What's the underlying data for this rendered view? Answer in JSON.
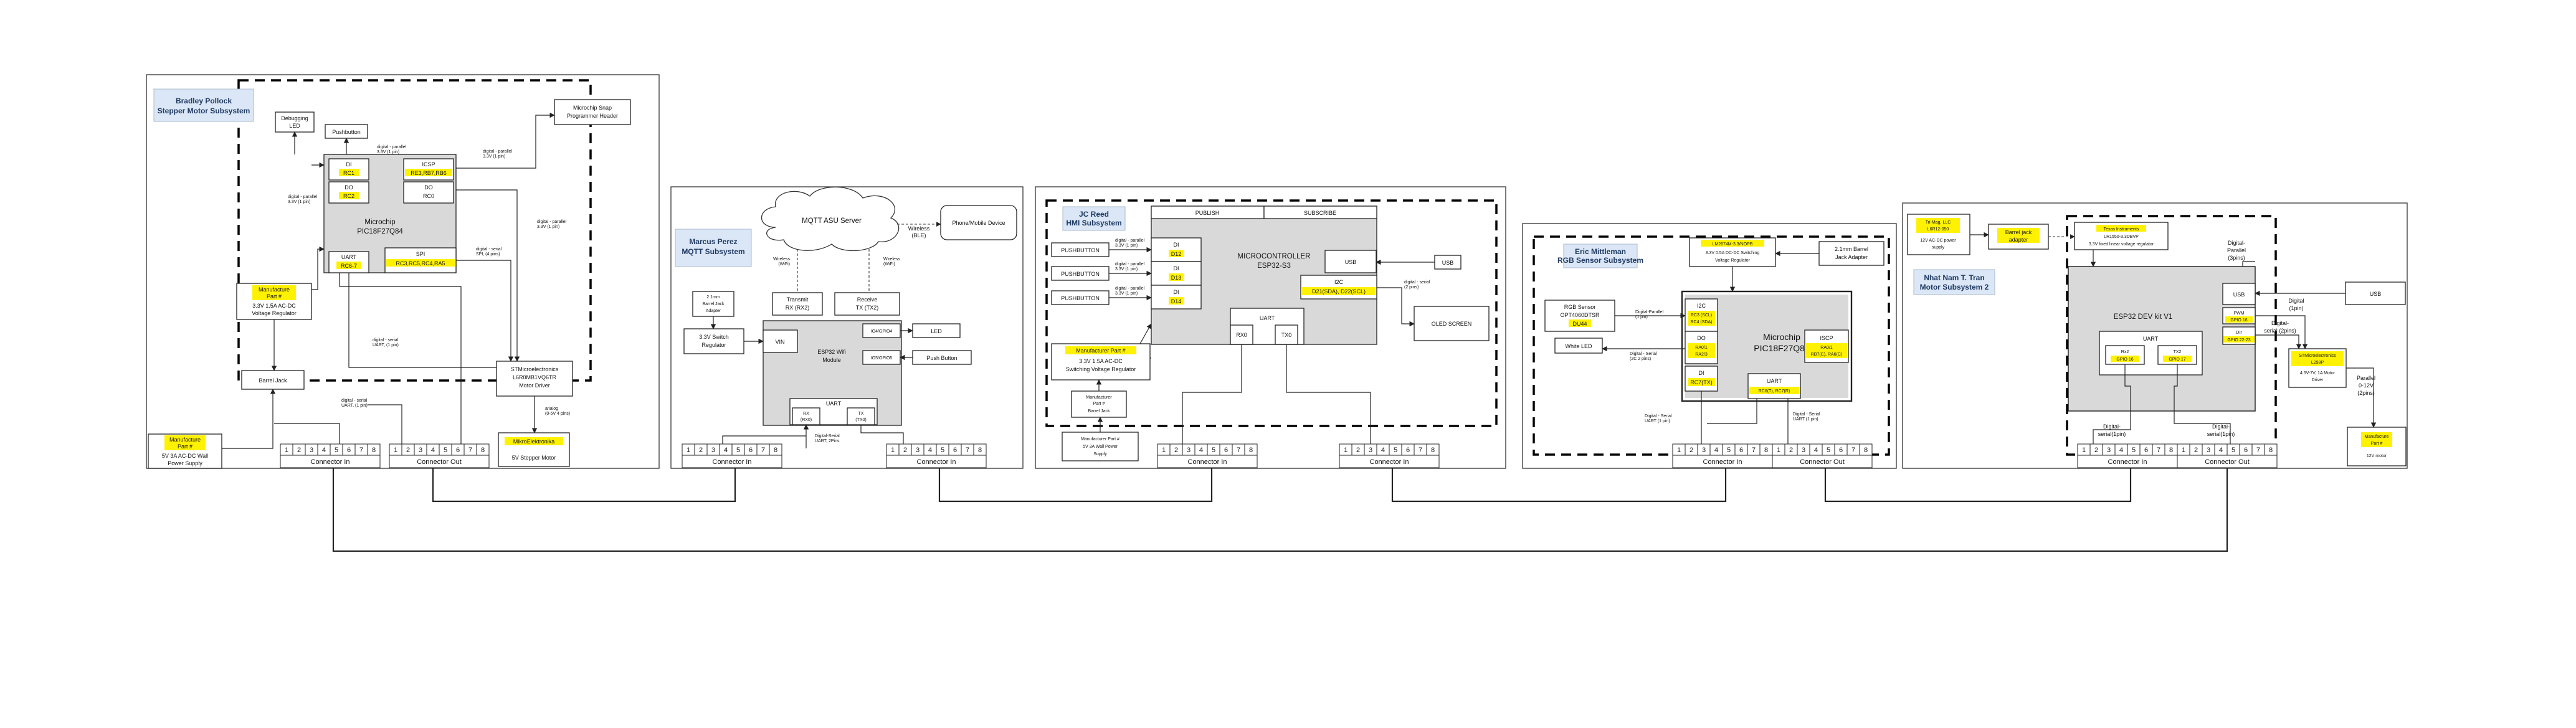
{
  "subsystems": [
    {
      "owner": "Bradley Pollock",
      "title": "Stepper Motor Subsystem",
      "mcu_name": "Microchip",
      "mcu_part": "PIC18F27Q84",
      "blocks": {
        "debug_led": [
          "Debugging",
          "LED"
        ],
        "pushbutton": "Pushbutton",
        "di": "DI",
        "di_pin": "RC1",
        "do": "DO",
        "do_pin": "RC2",
        "icsp": "ICSP",
        "icsp_pins": "RE3,RB7,RB6",
        "do2": "DO",
        "do2_pin": "RC0",
        "uart": "UART",
        "uart_pin": "RC6-7",
        "spi": "SPI",
        "spi_pins": "RC3,RC5,RC4,RA5",
        "programmer": [
          "Microchip Snap",
          "Programmer Header"
        ],
        "regulator_mfr": [
          "Manufacture",
          "Part #"
        ],
        "regulator": [
          "3.3V 1.5A AC-DC",
          "Voltage Regulator"
        ],
        "barrel_jack": "Barrel Jack",
        "driver": [
          "STMicroelectronics",
          "L6R0MB1VQ6TR",
          "Motor Driver"
        ],
        "motor_mfr": "MikroElektronika",
        "motor": "5V Stepper Motor",
        "wall_mfr": [
          "Manufacture",
          "Part #"
        ],
        "wall": [
          "5V 3A AC-DC Wall",
          "Power Supply"
        ]
      },
      "signal_labels": {
        "s1": [
          "digital - parallel",
          "3.3V (1 pin)"
        ],
        "s2": [
          "digital - parallel",
          "3.3V (1 pin)"
        ],
        "s3": [
          "digital - parallel",
          "3.3V (1 pin)"
        ],
        "s4": [
          "digital - parallel",
          "3.3V (1 pin)"
        ],
        "s5": [
          "digital - serial",
          "SPI, (4 pins)"
        ],
        "s6": [
          "digital - serial",
          "UART, (1 pin)"
        ],
        "s7": [
          "digital - serial",
          "UART, (1 pin)"
        ],
        "s8": [
          "analog",
          "(0-5V 4 pins)"
        ]
      },
      "conn_in": "Connector In",
      "conn_out": "Connector Out"
    },
    {
      "owner": "Marcus Perez",
      "title": "MQTT Subsystem",
      "blocks": {
        "cloud": "MQTT ASU Server",
        "phone": "Phone/Mobile Device",
        "wireless_ble": [
          "Wireless",
          "(BLE)"
        ],
        "wireless_wifi_l": [
          "Wireless",
          "(WiFi)"
        ],
        "wireless_wifi_r": [
          "Wireless",
          "(WiFi)"
        ],
        "barrel": [
          "2.1mm",
          "Barrel Jack",
          "Adapter"
        ],
        "switching": [
          "3.3V Switch",
          "Regulator"
        ],
        "vin": "VIN",
        "transmit": [
          "Transmit",
          "RX (RX2)"
        ],
        "receive": [
          "Receive",
          "TX (TX2)"
        ],
        "io4": "IO4/GPIO4",
        "io5": "IO5/GPIO5",
        "led": "LED",
        "push": "Push Button",
        "mcu": [
          "ESP32 Wifi",
          "Module"
        ],
        "uart": "UART",
        "rx": [
          "RX",
          "(RX0)"
        ],
        "tx": [
          "TX",
          "(TX0)"
        ],
        "serial": [
          "Digital-Serial",
          "UART, 2Pins"
        ]
      },
      "conn_in": "Connector In"
    },
    {
      "owner": "JC Reed",
      "title": "HMI Subsystem",
      "blocks": {
        "publish": "PUBLISH",
        "subscribe": "SUBSCRIBE",
        "mcu": [
          "MICROCONTROLLER",
          "ESP32-S3"
        ],
        "pb1": "PUSHBUTTON",
        "pb2": "PUSHBUTTON",
        "pb3": "PUSHBUTTON",
        "di1": "DI",
        "di1_pin": "D12",
        "di2": "DI",
        "di2_pin": "D13",
        "di3": "DI",
        "di3_pin": "D14",
        "usb": "USB",
        "usb_ext": "USB",
        "i2c": "I2C",
        "i2c_pins": "D21(SDA), D22(SCL)",
        "oled": "OLED SCREEN",
        "uart": "UART",
        "rx0": "RX0",
        "tx0": "TX0",
        "reg_mfr": "Manufacturer Part #",
        "reg": [
          "3.3V 1.5A AC-DC",
          "Switching Voltage Regulator"
        ],
        "jack": [
          "Manufacturer",
          "Part #",
          "Barrel Jack"
        ],
        "supply": [
          "Manufacturer Part #",
          "5V 3A Wall Power",
          "Supply"
        ],
        "sig": [
          "digital - parallel",
          "3.3V (1 pin)"
        ],
        "i2c_sig": [
          "digital - serial",
          "(2 pins)"
        ]
      },
      "conn_in": "Connector In"
    },
    {
      "owner": "Eric Mittleman",
      "title": "RGB Sensor Subsystem",
      "blocks": {
        "reg": [
          "LM2674M-3.3/NOPB",
          "3.3V 0.5A DC-DC Switching",
          "Voltage Regulator"
        ],
        "adapter": [
          "2.1mm Barrel",
          "Jack Adapter"
        ],
        "sensor": "RGB Sensor",
        "sensor_part": "OPT4060DTSR",
        "sensor_num": "DU44",
        "white_led": "White LED",
        "i2c": "I2C",
        "i2c_pins": [
          "RC3 (SCL)",
          "RC4 (SDA)"
        ],
        "do": "DO",
        "do_pins": [
          "RA0/1",
          "RA2/3"
        ],
        "di": "DI",
        "di_pin": "RC7(TX)",
        "mcu": [
          "Microchip",
          "PIC18F27Q84"
        ],
        "icsp": "ISCP",
        "icsp_pins": [
          "RA0/1",
          "RB7(C), RA6(C)"
        ],
        "uart": "UART",
        "uart_pins": "RC6(T), RC7(R)",
        "sig1": [
          "Digital-Parallel",
          "(1 pin)"
        ],
        "sig2": [
          "Digital - Serial",
          "(2C 2 pins)"
        ],
        "sig3": [
          "Digital - Serial",
          "UART (1 pin)"
        ],
        "sig4": [
          "Digital - Serial",
          "UART (1 pin)"
        ]
      },
      "conn_in": "Connector In",
      "conn_out": "Connector Out"
    },
    {
      "owner": "Nhat Nam T. Tran",
      "title": "Motor Subsystem 2",
      "blocks": {
        "supply_mfr": "Tri-Mag, LLC",
        "supply_part": "L6R12-050",
        "supply": [
          "12V AC-DC power",
          "supply"
        ],
        "jack": [
          "Barrel jack",
          "adapter"
        ],
        "reg_mfr": "Texas Instruments",
        "reg_part": "LR1550-3.3DBVP",
        "reg": "3.3V fixed linear voltage regulator",
        "mcu": "ESP32 DEV kit V1",
        "usb": "USB",
        "usb_ext": "USB",
        "pwm": "PWM",
        "pwm_pin": "GPIO 16",
        "dir": "DIr",
        "dir_pin": "GPIO 22-23",
        "uart": "UART",
        "rx2": "Rx2",
        "rx2_pin": "GPIO 16",
        "tx2": "TX2",
        "tx2_pin": "GPIO 17",
        "driver_mfr": "STMicroelectronics",
        "driver_part": "L298P",
        "driver": [
          "4.5V-7V, 1A Motor",
          "Driver"
        ],
        "motor_mfr": [
          "Manufacture",
          "Part #"
        ],
        "motor": "12V motor",
        "sig_par": [
          "Digital-",
          "Parallel",
          "(3pins)"
        ],
        "sig_d1": [
          "Digital",
          "(1pin)"
        ],
        "sig_ser": [
          "Digital-",
          "serial (2pins)"
        ],
        "sig_p2": [
          "Parallel",
          "0-12V",
          "(2pins)"
        ],
        "sig_s1": [
          "Digital-",
          "serial(1pin)"
        ],
        "sig_s2": [
          "Digital-",
          "serial(1pin)"
        ]
      },
      "conn_in": "Connector In",
      "conn_out": "Connector Out"
    }
  ],
  "pins": [
    "1",
    "2",
    "3",
    "4",
    "5",
    "6",
    "7",
    "8"
  ]
}
